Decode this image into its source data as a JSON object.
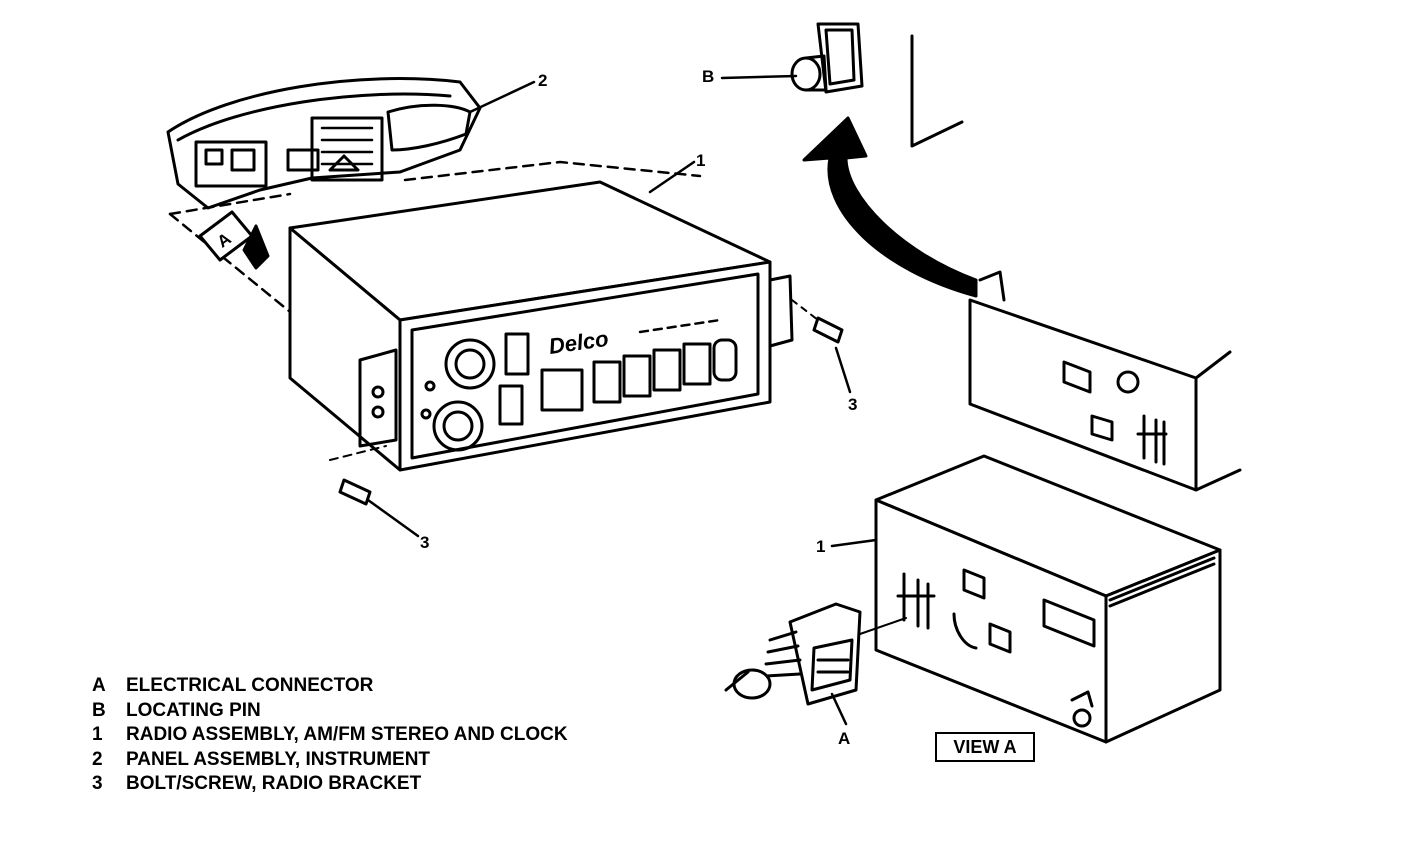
{
  "callouts": {
    "radio_main": "1",
    "radio_view": "1",
    "panel": "2",
    "bolt_right": "3",
    "bolt_left": "3",
    "locating_pin": "B",
    "connector_view": "A",
    "view_arrow": "A"
  },
  "brand_label": "Delco",
  "view_label": "VIEW A",
  "legend": [
    {
      "key": "A",
      "text": "ELECTRICAL CONNECTOR"
    },
    {
      "key": "B",
      "text": "LOCATING PIN"
    },
    {
      "key": "1",
      "text": "RADIO ASSEMBLY, AM/FM STEREO AND CLOCK"
    },
    {
      "key": "2",
      "text": "PANEL ASSEMBLY, INSTRUMENT"
    },
    {
      "key": "3",
      "text": "BOLT/SCREW, RADIO BRACKET"
    }
  ]
}
